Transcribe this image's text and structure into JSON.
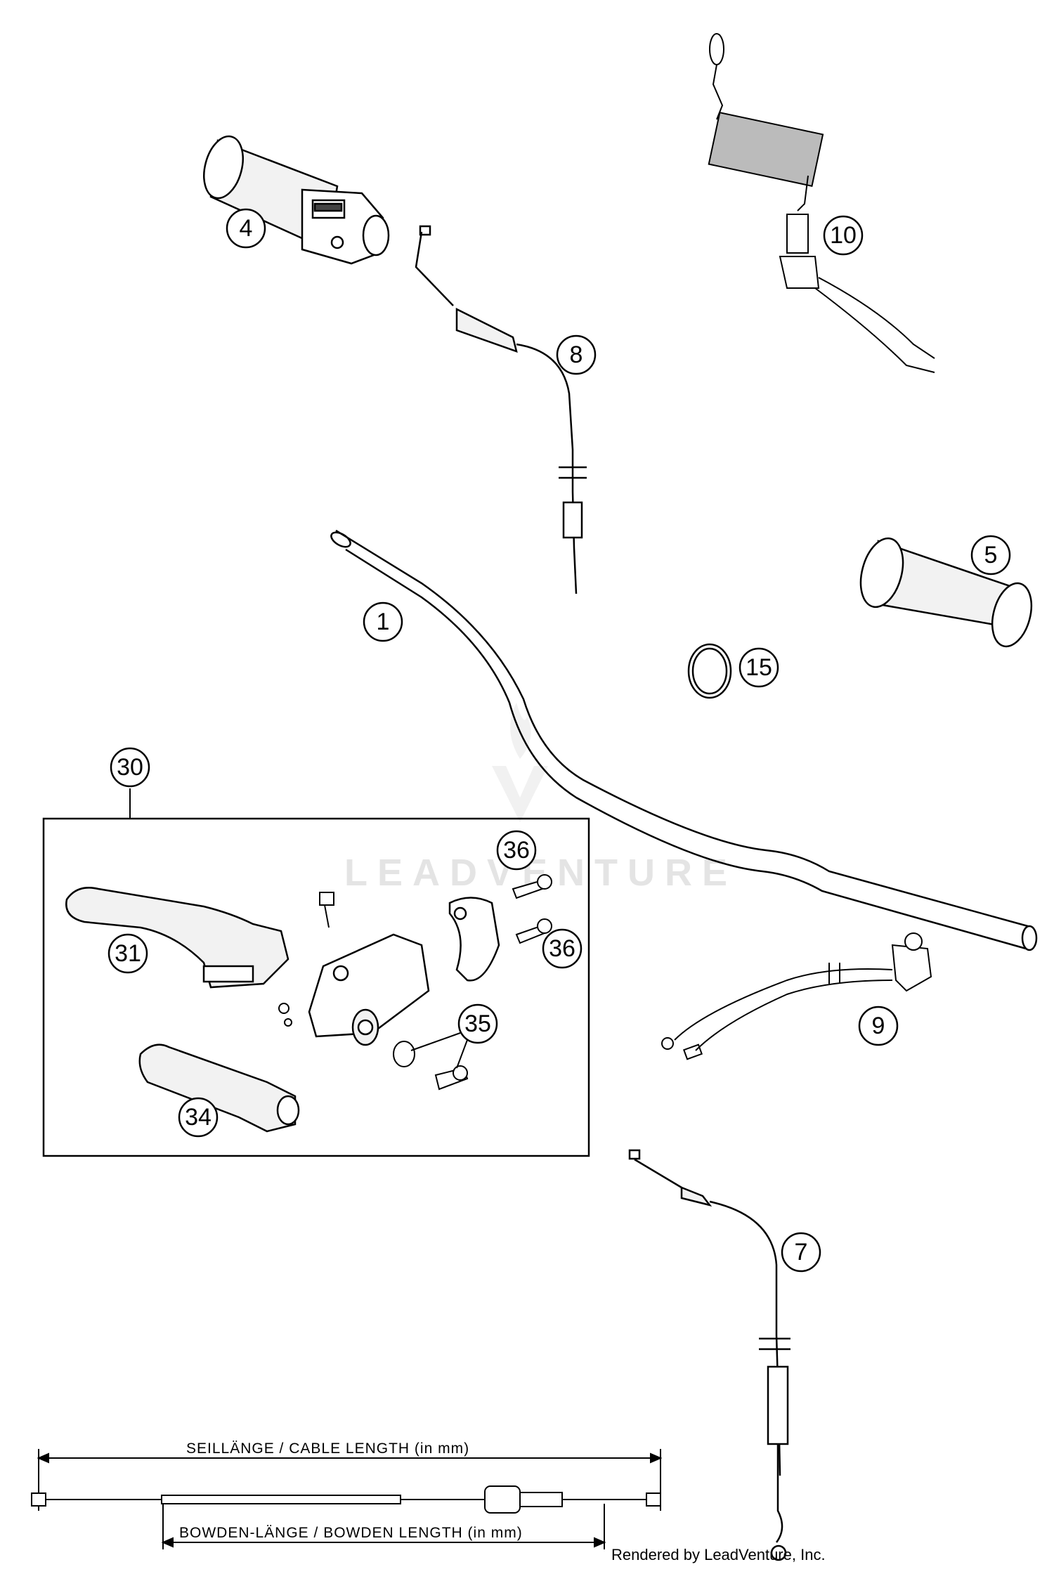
{
  "watermark": "LEADVENTURE",
  "callouts": [
    {
      "id": "1",
      "label": "1"
    },
    {
      "id": "4",
      "label": "4"
    },
    {
      "id": "5",
      "label": "5"
    },
    {
      "id": "7",
      "label": "7"
    },
    {
      "id": "8",
      "label": "8"
    },
    {
      "id": "9",
      "label": "9"
    },
    {
      "id": "10",
      "label": "10"
    },
    {
      "id": "15",
      "label": "15"
    },
    {
      "id": "30",
      "label": "30"
    },
    {
      "id": "31",
      "label": "31"
    },
    {
      "id": "34",
      "label": "34"
    },
    {
      "id": "35",
      "label": "35"
    },
    {
      "id": "36a",
      "label": "36"
    },
    {
      "id": "36b",
      "label": "36"
    }
  ],
  "dimensions": {
    "cable_length": "SEILLÄNGE / CABLE LENGTH   (in mm)",
    "bowden_length": "BOWDEN-LÄNGE / BOWDEN LENGTH   (in mm)"
  },
  "credit": "Rendered by LeadVenture, Inc."
}
